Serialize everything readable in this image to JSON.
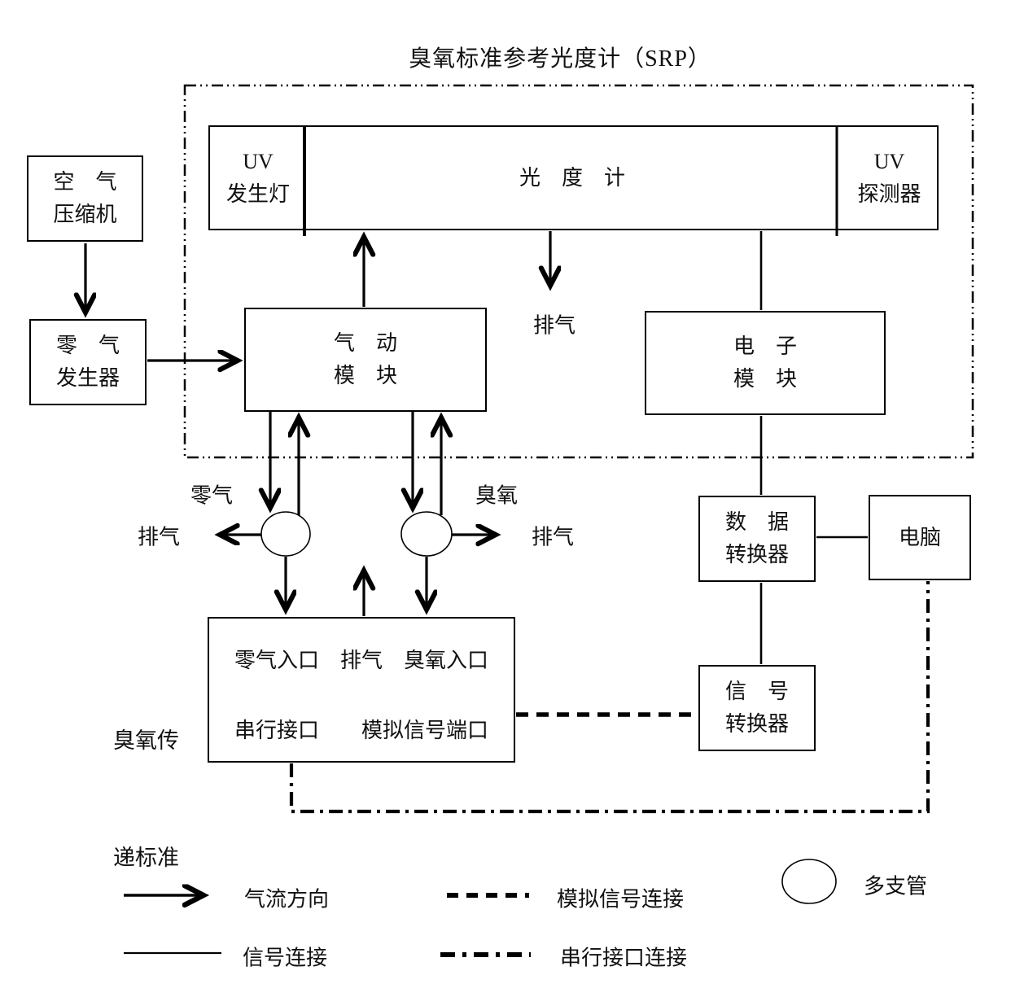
{
  "title": "臭氧标准参考光度计（SRP）",
  "srp": {
    "uv_lamp": {
      "line1": "UV",
      "line2": "发生灯"
    },
    "photometer": "光　度　计",
    "uv_detector": {
      "line1": "UV",
      "line2": "探测器"
    },
    "pneumatic": {
      "line1": "气　动",
      "line2": "模　块"
    },
    "electronic": {
      "line1": "电　子",
      "line2": "模　块"
    },
    "exhaust_top": "排气"
  },
  "left_chain": {
    "air_compressor": {
      "line1": "空　气",
      "line2": "压缩机"
    },
    "zero_gas_generator": {
      "line1": "零　气",
      "line2": "发生器"
    }
  },
  "manifold_area": {
    "zero_gas": "零气",
    "ozone": "臭氧",
    "exhaust_left": "排气",
    "exhaust_right": "排气"
  },
  "transfer_standard": {
    "side_label_line1": "臭氧传",
    "side_label_line2": "递标准",
    "ports_line1": "零气入口　排气　臭氧入口",
    "ports_line2": "串行接口　　模拟信号端口"
  },
  "right_chain": {
    "data_converter": {
      "line1": "数　据",
      "line2": "转换器"
    },
    "computer": "电脑",
    "signal_converter": {
      "line1": "信　号",
      "line2": "转换器"
    }
  },
  "legend": {
    "flow": "气流方向",
    "signal": "信号连接",
    "analog": "模拟信号连接",
    "serial": "串行接口连接",
    "manifold": "多支管"
  },
  "colors": {
    "line": "#000000",
    "background": "#ffffff",
    "text": "#111111"
  }
}
